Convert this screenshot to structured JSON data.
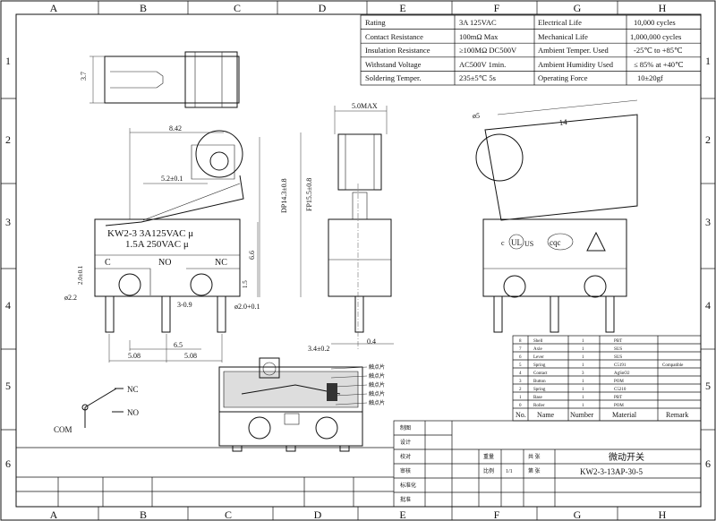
{
  "border": {
    "columns": [
      "A",
      "B",
      "C",
      "D",
      "E",
      "F",
      "G",
      "H"
    ],
    "rows": [
      "1",
      "2",
      "3",
      "4",
      "5",
      "6"
    ]
  },
  "specs": [
    [
      "Rating",
      "3A 125VAC",
      "Electrical Life",
      "10,000 cycles"
    ],
    [
      "Contact Resistance",
      "100mΩ Max",
      "Mechanical Life",
      "1,000,000 cycles"
    ],
    [
      "Insulation Resistance",
      "≥100MΩ DC500V",
      "Ambient Temper. Used",
      "-25℃ to +85℃"
    ],
    [
      "Withstand Voltage",
      "AC500V 1min.",
      "Ambient Humidity Used",
      "≤ 85% at +40℃"
    ],
    [
      "Soldering Temper.",
      "235±5℃ 5s",
      "Operating Force",
      "10±20gf"
    ]
  ],
  "body_text": {
    "line1": "KW2-3  3A125VAC  μ",
    "line2": "1.5A  250VAC  μ",
    "c": "C",
    "no": "NO",
    "nc": "NC"
  },
  "dims": {
    "d842": "8.42",
    "d52": "5.2±0.1",
    "dp": "DP14.3±0.8",
    "fp": "FP15.5±0.8",
    "d66": "6.6",
    "d5max": "5.0MAX",
    "d14": "14",
    "d5": "ø5",
    "d37": "3.7",
    "d22": "ø2.2",
    "d20a": "2.0±0.1",
    "d39": "3-0.9",
    "d20b": "ø2.0+0.1",
    "d15": "1.5",
    "d65": "6.5",
    "d508a": "5.08",
    "d508b": "5.08",
    "d34": "3.4±0.2",
    "d04": "0.4"
  },
  "schematic": {
    "nc": "NC",
    "no": "NO",
    "com": "COM"
  },
  "callouts": [
    "触点片",
    "触点片",
    "触点片",
    "触点片",
    "触点片"
  ],
  "bom": {
    "header": [
      "No.",
      "Name",
      "Number",
      "Material",
      "Remark"
    ],
    "rows": [
      [
        "8",
        "Shell",
        "1",
        "PBT",
        ""
      ],
      [
        "7",
        "Axle",
        "1",
        "SUS",
        ""
      ],
      [
        "6",
        "Lever",
        "1",
        "SUS",
        ""
      ],
      [
        "5",
        "Spring",
        "1",
        "C5191",
        "Compatible"
      ],
      [
        "4",
        "Contact",
        "3",
        "AgSnO2",
        ""
      ],
      [
        "3",
        "Button",
        "1",
        "POM",
        ""
      ],
      [
        "2",
        "Spring",
        "1",
        "C5210",
        ""
      ],
      [
        "1",
        "Base",
        "1",
        "PBT",
        ""
      ],
      [
        "0",
        "Roller",
        "1",
        "POM",
        ""
      ]
    ]
  },
  "title_block": {
    "product": "微动开关",
    "part_no": "KW2-3-13AP-30-5",
    "roles": [
      "制图",
      "设计",
      "校对",
      "审核",
      "标准化",
      "批准"
    ],
    "fields": [
      "重量",
      "比例",
      "1/1",
      "共 张",
      "第 张"
    ]
  }
}
